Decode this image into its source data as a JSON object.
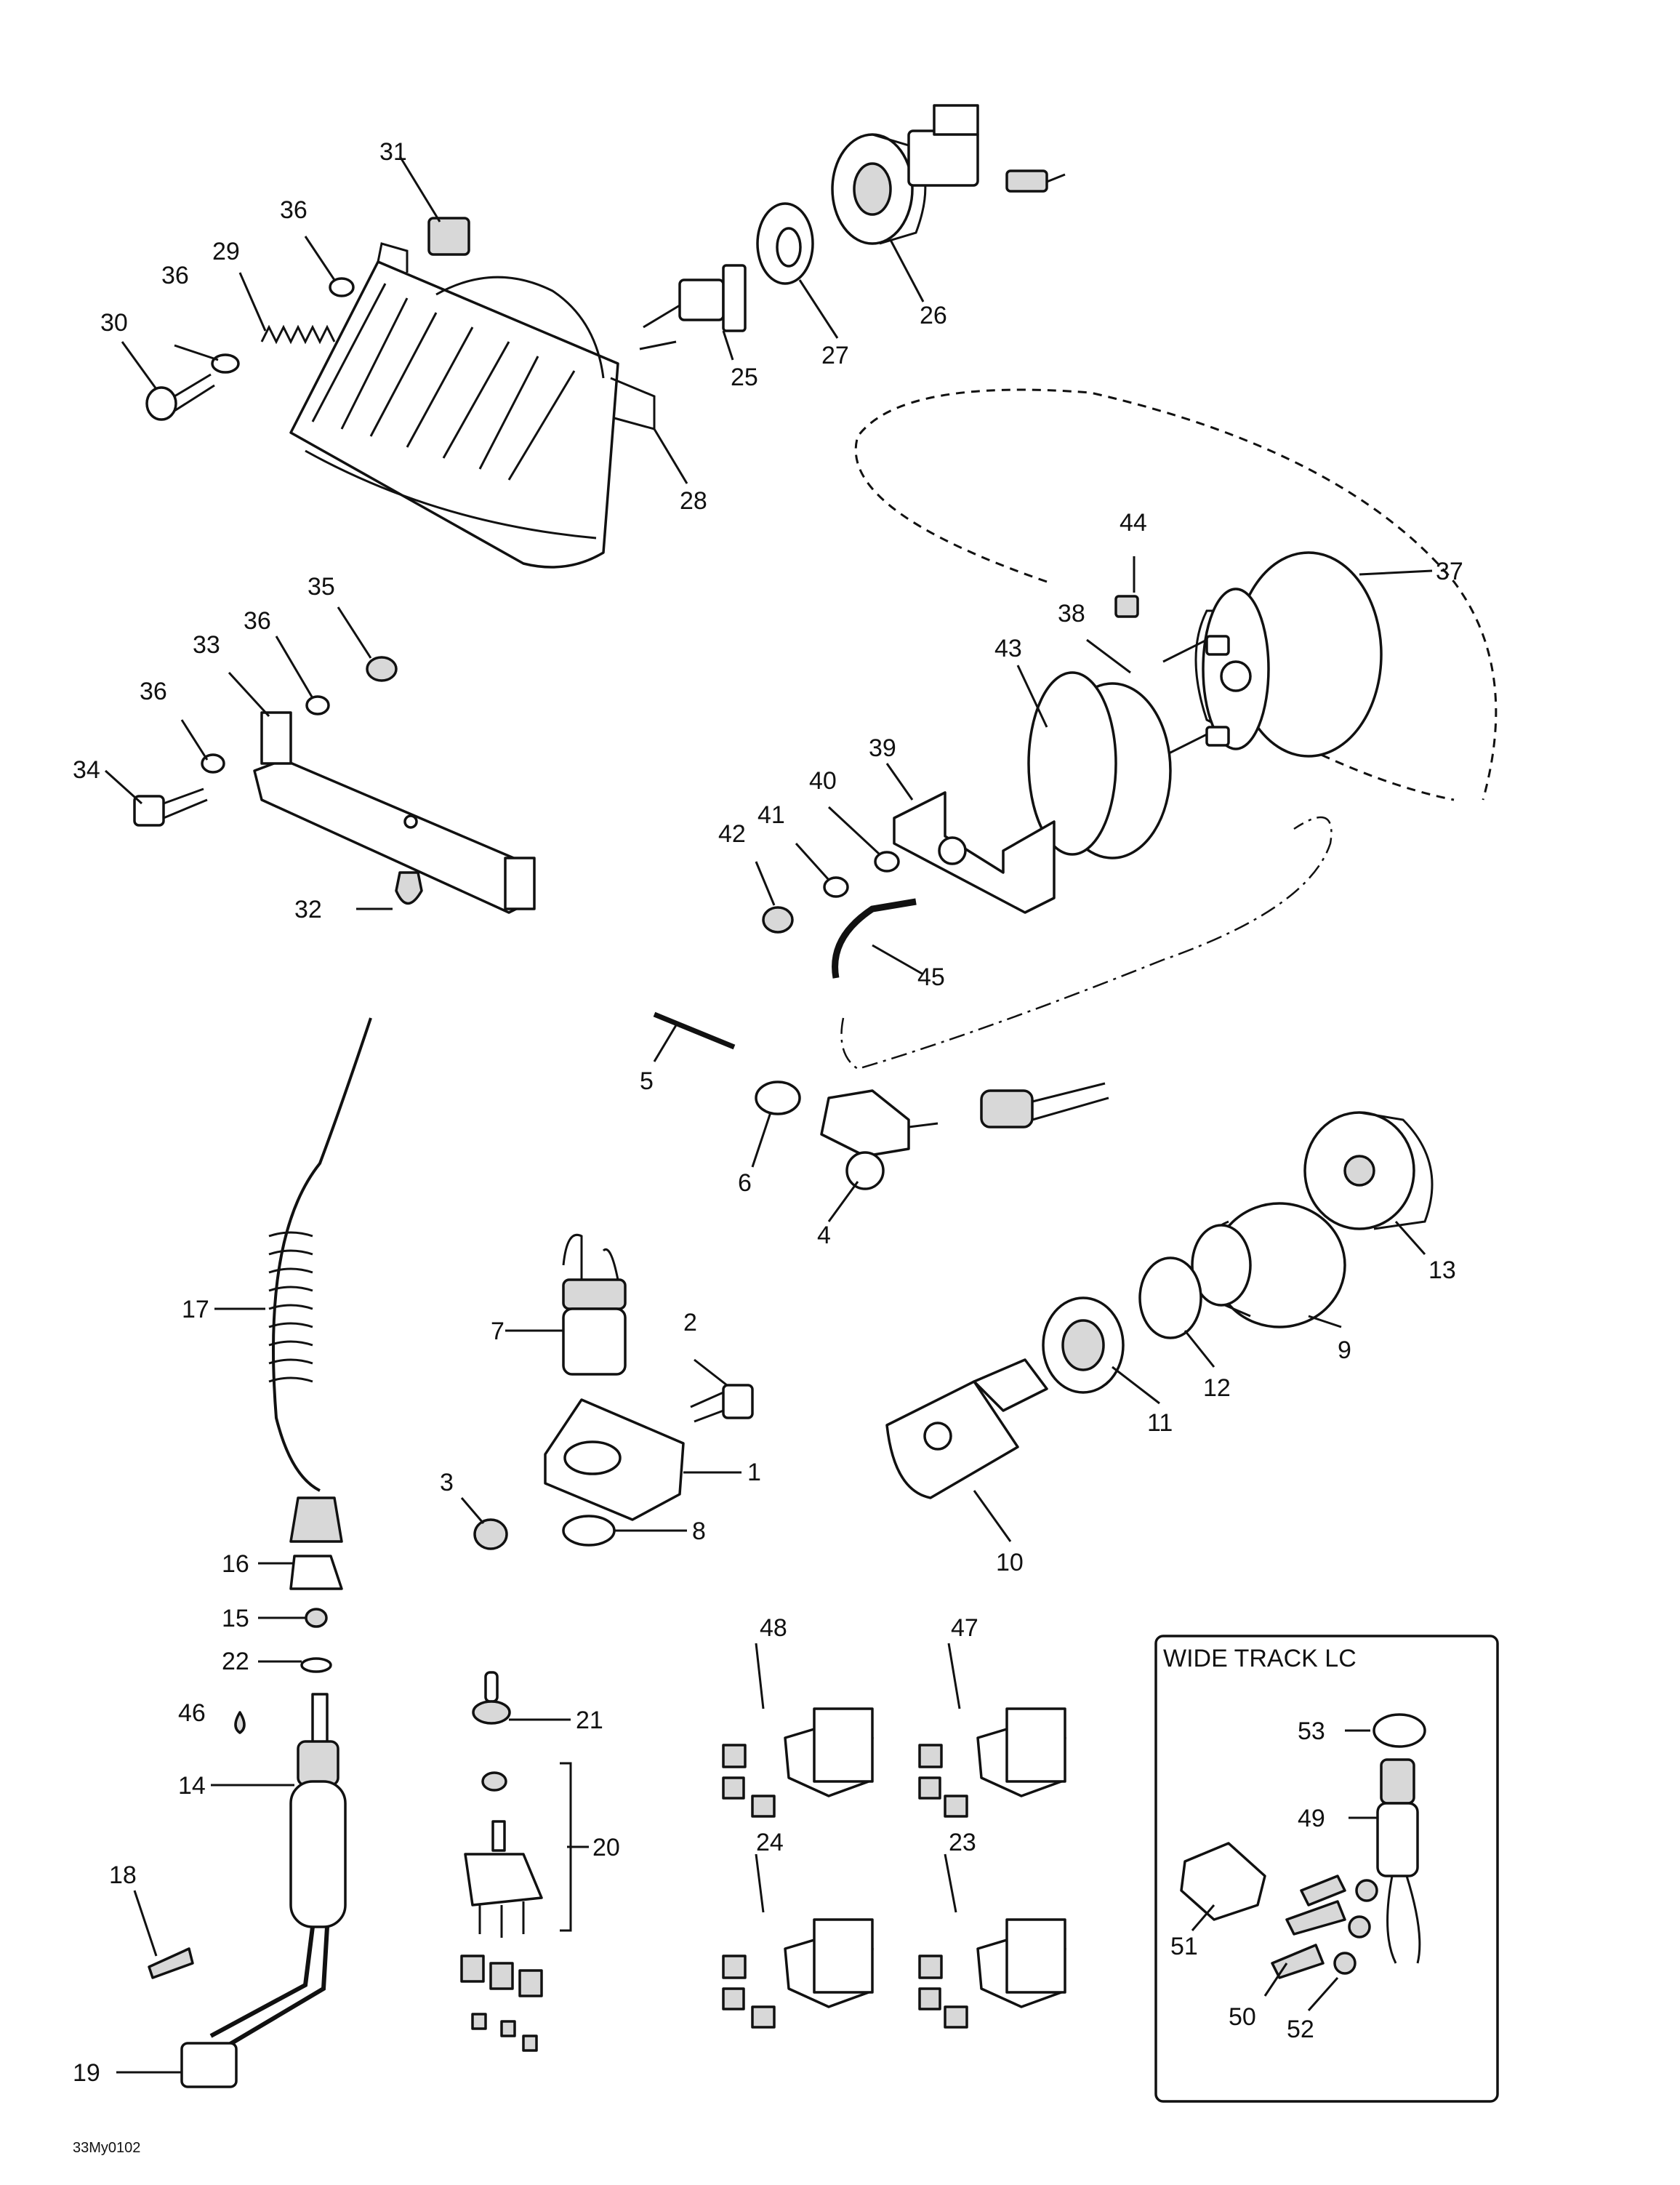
{
  "diagram": {
    "inset_title": "WIDE TRACK LC",
    "figure_code": "33My0102",
    "labels": [
      "1",
      "2",
      "3",
      "4",
      "5",
      "6",
      "7",
      "8",
      "9",
      "10",
      "11",
      "12",
      "13",
      "14",
      "15",
      "16",
      "17",
      "18",
      "19",
      "20",
      "21",
      "22",
      "23",
      "24",
      "25",
      "26",
      "27",
      "28",
      "29",
      "30",
      "31",
      "32",
      "33",
      "34",
      "35",
      "36",
      "36",
      "36",
      "36",
      "37",
      "38",
      "39",
      "40",
      "41",
      "42",
      "43",
      "44",
      "45",
      "46",
      "47",
      "48",
      "49",
      "50",
      "51",
      "52",
      "53"
    ]
  }
}
